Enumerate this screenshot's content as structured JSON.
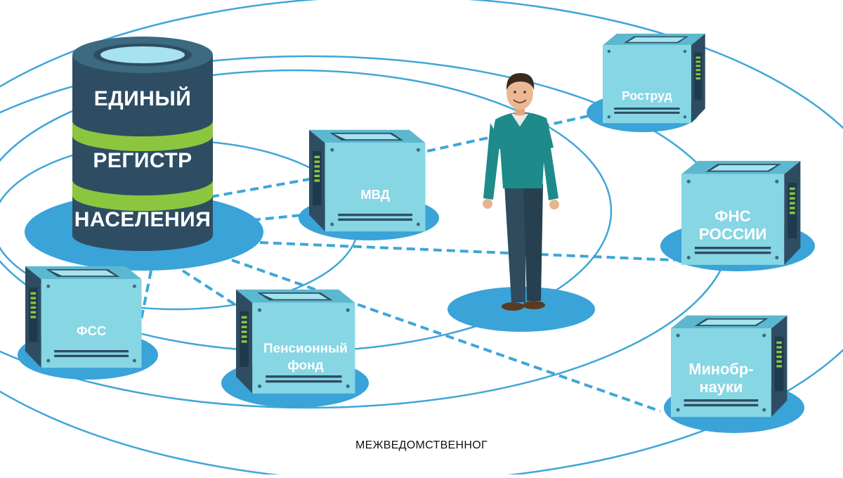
{
  "database": {
    "lines": [
      "ЕДИНЫЙ",
      "РЕГИСТР",
      "НАСЕЛЕНИЯ"
    ]
  },
  "nodes": [
    {
      "id": "mvd",
      "lines": [
        "МВД"
      ]
    },
    {
      "id": "rostrud",
      "lines": [
        "Роструд"
      ]
    },
    {
      "id": "fns",
      "lines": [
        "ФНС",
        "РОССИИ"
      ]
    },
    {
      "id": "minobrnauki",
      "lines": [
        "Минобр-",
        "науки"
      ]
    },
    {
      "id": "pension",
      "lines": [
        "Пенсионный",
        "фонд"
      ]
    },
    {
      "id": "fss",
      "lines": [
        "ФСС"
      ]
    }
  ],
  "caption": "МЕЖВЕДОМСТВЕННОГ",
  "colors": {
    "orbit": "#3fa6d8",
    "dash": "#3fa6d8",
    "shadow": "#3aa3d8",
    "cube_face": "#86d6e4",
    "cube_dark": "#2e4d63",
    "db_band": "#2e4d63",
    "db_green": "#8cc63f"
  }
}
